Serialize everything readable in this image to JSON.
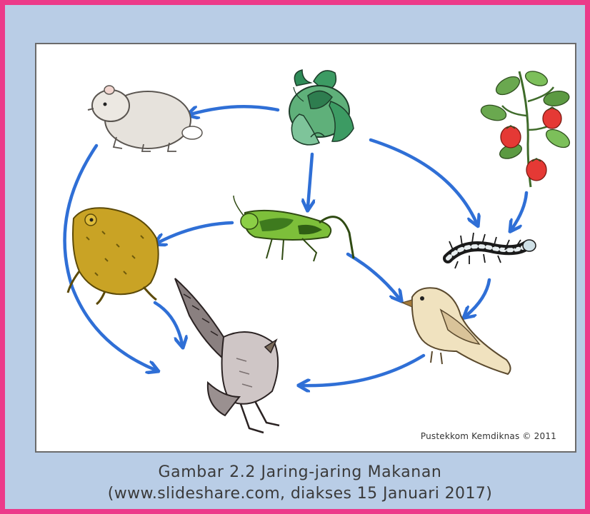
{
  "figure": {
    "credit": "Pustekkom Kemdiknas © 2011",
    "caption_line1": "Gambar 2.2 Jaring-jaring Makanan",
    "caption_line2": "(www.slideshare.com, diakses 15 Januari 2017)"
  },
  "organisms": [
    {
      "id": "vegetable",
      "icon": "cabbage-icon"
    },
    {
      "id": "tomato-plant",
      "icon": "tomato-plant-icon"
    },
    {
      "id": "mouse",
      "icon": "mouse-icon"
    },
    {
      "id": "grasshopper",
      "icon": "grasshopper-icon"
    },
    {
      "id": "caterpillar",
      "icon": "caterpillar-icon"
    },
    {
      "id": "frog",
      "icon": "frog-icon"
    },
    {
      "id": "bird",
      "icon": "bird-icon"
    },
    {
      "id": "eagle",
      "icon": "eagle-icon"
    }
  ],
  "arrows": [
    {
      "from": "vegetable",
      "to": "mouse"
    },
    {
      "from": "vegetable",
      "to": "grasshopper"
    },
    {
      "from": "vegetable",
      "to": "caterpillar"
    },
    {
      "from": "tomato-plant",
      "to": "caterpillar"
    },
    {
      "from": "grasshopper",
      "to": "frog"
    },
    {
      "from": "grasshopper",
      "to": "bird"
    },
    {
      "from": "caterpillar",
      "to": "bird"
    },
    {
      "from": "mouse",
      "to": "eagle"
    },
    {
      "from": "frog",
      "to": "eagle"
    },
    {
      "from": "bird",
      "to": "eagle"
    }
  ],
  "colors": {
    "frame_border": "#ec3a8a",
    "background": "#b9cde6",
    "arrow": "#2f6fd6"
  }
}
